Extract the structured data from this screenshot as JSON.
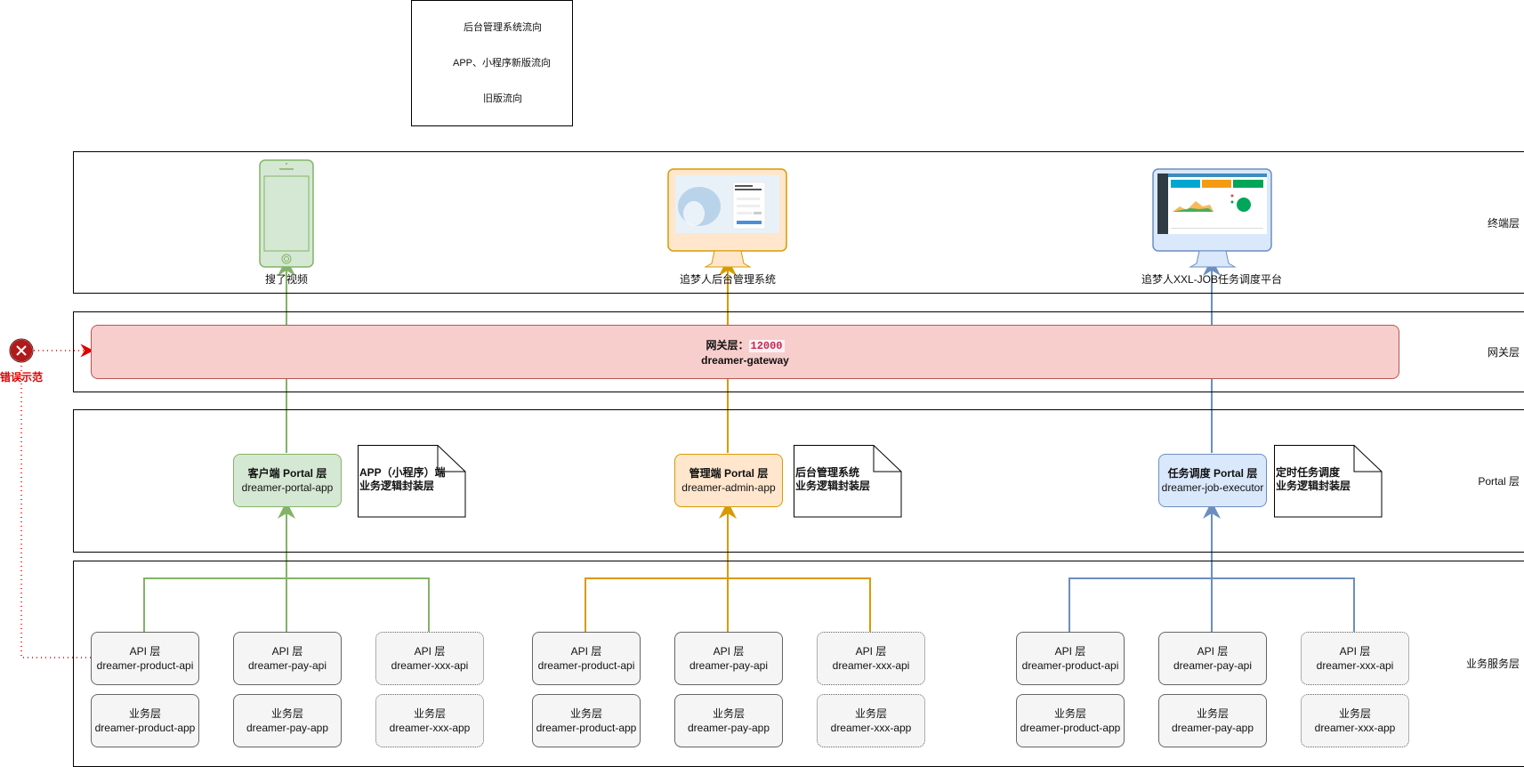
{
  "legend": {
    "items": [
      {
        "label": "后台管理系统流向",
        "color": "#d79b00",
        "style": "solid"
      },
      {
        "label": "APP、小程序新版流向",
        "color": "#82b366",
        "style": "solid"
      },
      {
        "label": "旧版流向",
        "color": "#b85450",
        "style": "dotted"
      }
    ]
  },
  "layers": {
    "terminal": "终端层",
    "gateway": "网关层",
    "portal": "Portal 层",
    "service": "业务服务层"
  },
  "terminals": [
    {
      "label": "搜了视频",
      "device": "phone-icon",
      "color": "#82b366"
    },
    {
      "label": "追梦人后台管理系统",
      "device": "monitor-icon",
      "color": "#d79b00"
    },
    {
      "label": "追梦人XXL-JOB任务调度平台",
      "device": "monitor-icon",
      "color": "#6c8ebf"
    }
  ],
  "gateway": {
    "title": "网关层：",
    "port": "12000",
    "name": "dreamer-gateway"
  },
  "portals": [
    {
      "title": "客户端 Portal 层",
      "name": "dreamer-portal-app",
      "fill": "#d5e8d4",
      "stroke": "#82b366",
      "note_line1": "APP（小程序）端",
      "note_line2": "业务逻辑封装层"
    },
    {
      "title": "管理端 Portal 层",
      "name": "dreamer-admin-app",
      "fill": "#ffe6cc",
      "stroke": "#d79b00",
      "note_line1": "后台管理系统",
      "note_line2": "业务逻辑封装层"
    },
    {
      "title": "任务调度 Portal 层",
      "name": "dreamer-job-executor",
      "fill": "#dae8fc",
      "stroke": "#6c8ebf",
      "note_line1": "定时任务调度",
      "note_line2": "业务逻辑封装层"
    }
  ],
  "services": {
    "api_title": "API 层",
    "app_title": "业务层",
    "groups": [
      {
        "apis": [
          "dreamer-product-api",
          "dreamer-pay-api",
          "dreamer-xxx-api"
        ],
        "apps": [
          "dreamer-product-app",
          "dreamer-pay-app",
          "dreamer-xxx-app"
        ]
      },
      {
        "apis": [
          "dreamer-product-api",
          "dreamer-pay-api",
          "dreamer-xxx-api"
        ],
        "apps": [
          "dreamer-product-app",
          "dreamer-pay-app",
          "dreamer-xxx-app"
        ]
      },
      {
        "apis": [
          "dreamer-product-api",
          "dreamer-pay-api",
          "dreamer-xxx-api"
        ],
        "apps": [
          "dreamer-product-app",
          "dreamer-pay-app",
          "dreamer-xxx-app"
        ]
      }
    ]
  },
  "error": {
    "label": "错误示范",
    "icon": "error-icon",
    "color": "#e00000"
  }
}
